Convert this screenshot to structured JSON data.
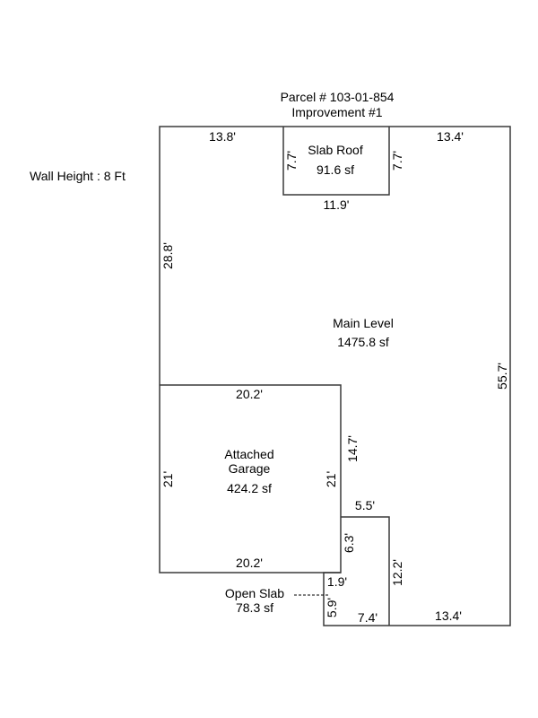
{
  "header": {
    "parcel": "Parcel # 103-01-854",
    "improvement": "Improvement #1"
  },
  "wall_height": "Wall Height : 8 Ft",
  "areas": {
    "slab_roof": {
      "name": "Slab Roof",
      "area": "91.6 sf"
    },
    "main_level": {
      "name": "Main Level",
      "area": "1475.8 sf"
    },
    "garage": {
      "name_line1": "Attached",
      "name_line2": "Garage",
      "area": "424.2 sf"
    },
    "open_slab": {
      "name": "Open Slab",
      "area": "78.3 sf"
    }
  },
  "dims": {
    "top_left": "13.8'",
    "top_right": "13.4'",
    "slab_left": "7.7'",
    "slab_right": "7.7'",
    "slab_bottom": "11.9'",
    "left_upper": "28.8'",
    "right": "55.7'",
    "garage_top": "20.2'",
    "garage_left": "21'",
    "garage_right": "21'",
    "step_vertical": "14.7'",
    "step_top": "5.5'",
    "step_lower": "6.3'",
    "garage_bottom": "20.2'",
    "slab_inner": "12.2'",
    "open_top": "1.9'",
    "open_left": "5.9'",
    "open_bottom": "7.4'",
    "bottom_right": "13.4'"
  }
}
